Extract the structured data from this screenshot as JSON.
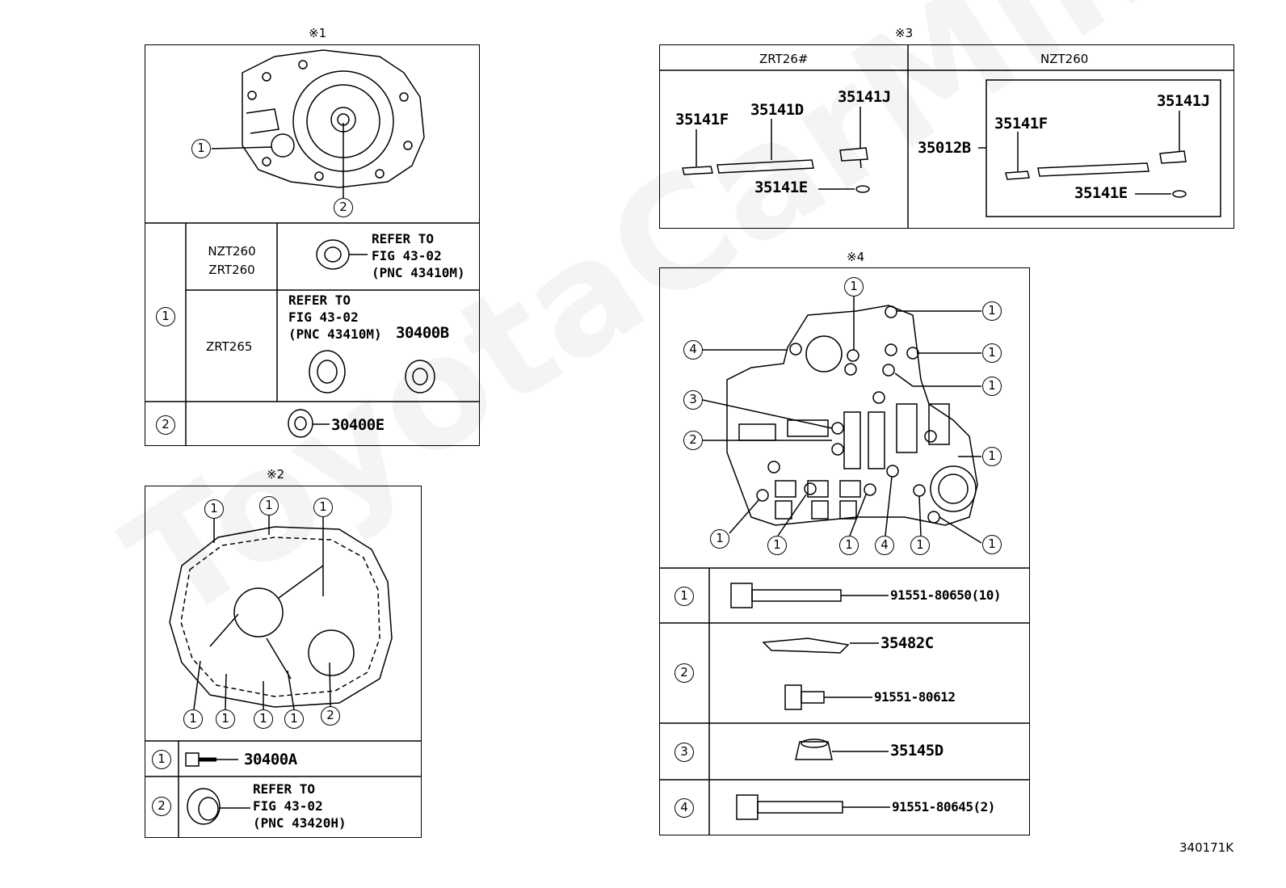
{
  "watermark": "ToyotaCarMiner.ru",
  "figure_code": "340171K",
  "notes": {
    "n1": "※1",
    "n2": "※2",
    "n3": "※3",
    "n4": "※4"
  },
  "refer": {
    "r1": "REFER TO\nFIG 43-02\n(PNC 43410M)",
    "r2": "REFER TO\nFIG 43-02\n(PNC 43410M)",
    "r3": "REFER TO\nFIG 43-02\n(PNC 43420H)"
  },
  "section1": {
    "models_a": "NZT260\nZRT260",
    "model_b": "ZRT265",
    "part_b": "30400B",
    "part_2": "30400E"
  },
  "section2": {
    "part_1": "30400A"
  },
  "section3": {
    "col_a": "ZRT26#",
    "col_b": "NZT260",
    "a_parts": {
      "p1": "35141F",
      "p2": "35141D",
      "p3": "35141J",
      "p4": "35141E"
    },
    "b_parts": {
      "p0": "35012B",
      "p1": "35141F",
      "p3": "35141J",
      "p4": "35141E"
    }
  },
  "section4": {
    "row1": "91551-80650(10)",
    "row2a": "35482C",
    "row2b": "91551-80612",
    "row3": "35145D",
    "row4": "91551-80645(2)"
  },
  "callouts": {
    "c1": "1",
    "c2": "2",
    "c3": "3",
    "c4": "4"
  }
}
